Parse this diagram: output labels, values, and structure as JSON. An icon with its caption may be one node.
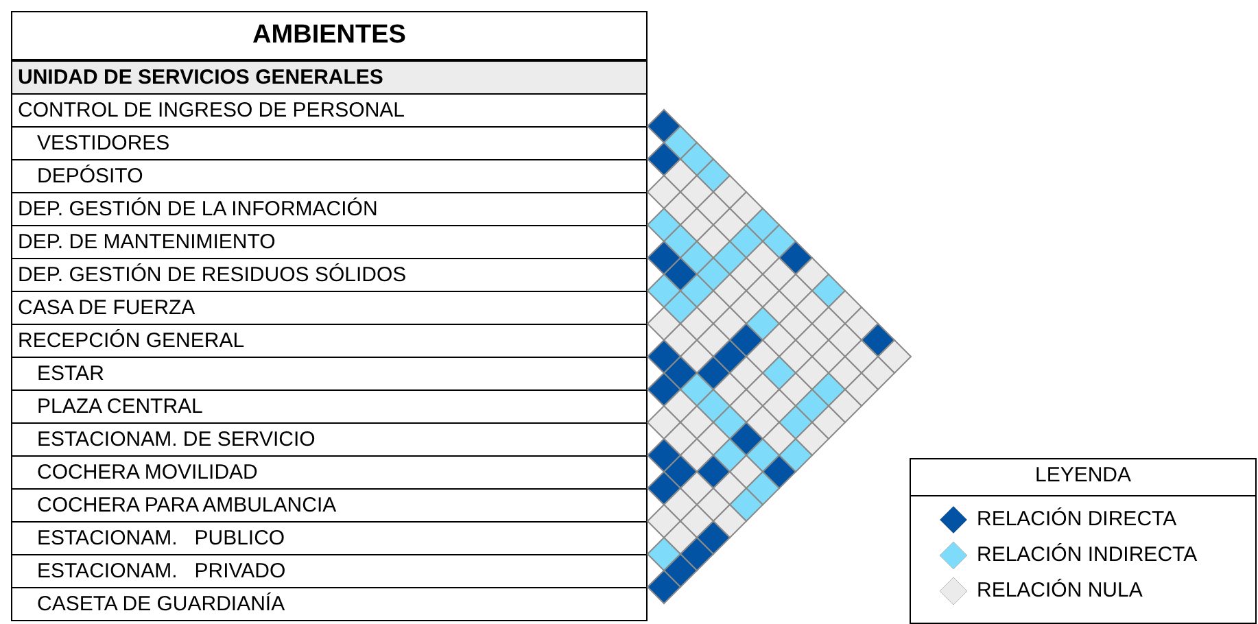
{
  "diagram": {
    "title": "AMBIENTES",
    "nodes": [
      {
        "text": [
          "UNIDAD DE SERVICIOS GENERALES"
        ]
      },
      {
        "text": [
          "CONTROL DE INGRESO DE PERSONAL"
        ]
      },
      {
        "text": [
          "VESTIDORES"
        ]
      },
      {
        "text": [
          "DEPÓSITO"
        ]
      },
      {
        "text": [
          "DEP. GESTIÓN DE LA INFORMACIÓN"
        ]
      },
      {
        "text": [
          "DEP. DE MANTENIMIENTO"
        ]
      },
      {
        "text": [
          "DEP. GESTIÓN DE RESIDUOS SÓLIDOS"
        ]
      },
      {
        "text": [
          "CASA DE FUERZA"
        ]
      },
      {
        "text": [
          "RECEPCIÓN GENERAL"
        ]
      },
      {
        "text": [
          "ESTAR"
        ]
      },
      {
        "text": [
          "PLAZA CENTRAL"
        ]
      },
      {
        "text": [
          "ESTACIONAM. DE SERVICIO"
        ]
      },
      {
        "text": [
          "COCHERA MOVILIDAD"
        ]
      },
      {
        "text": [
          "COCHERA PARA AMBULANCIA"
        ]
      },
      {
        "text": [
          "ESTACIONAM.   PUBLICO"
        ]
      },
      {
        "text": [
          "ESTACIONAM.   PRIVADO"
        ]
      },
      {
        "text": [
          "CASETA DE GUARDIANÍA"
        ]
      },
      {
        "text": [],
        "shape": "diamond"
      },
      {
        "text": [],
        "shape": "diamond"
      },
      {
        "text": [],
        "shape": "diamond"
      },
      {
        "text": [],
        "shape": "diamond"
      },
      {
        "text": [],
        "shape": "diamond"
      },
      {
        "text": [],
        "shape": "diamond"
      },
      {
        "text": [],
        "shape": "diamond"
      },
      {
        "text": [],
        "shape": "diamond"
      },
      {
        "text": [],
        "shape": "diamond"
      },
      {
        "text": [],
        "shape": "diamond"
      },
      {
        "text": [],
        "shape": "diamond"
      },
      {
        "text": [],
        "shape": "diamond"
      },
      {
        "text": [],
        "shape": "diamond"
      },
      {
        "text": [],
        "shape": "diamond"
      },
      {
        "text": [],
        "shape": "diamond"
      },
      {
        "text": [],
        "shape": "diamond"
      },
      {
        "text": [],
        "shape": "diamond"
      },
      {
        "text": [],
        "shape": "diamond"
      },
      {
        "text": [],
        "shape": "diamond"
      },
      {
        "text": [],
        "shape": "diamond"
      },
      {
        "text": [],
        "shape": "diamond"
      },
      {
        "text": [],
        "shape": "diamond"
      },
      {
        "text": [],
        "shape": "diamond"
      },
      {
        "text": [],
        "shape": "diamond"
      },
      {
        "text": [],
        "shape": "diamond"
      },
      {
        "text": [],
        "shape": "diamond"
      },
      {
        "text": [],
        "shape": "diamond"
      },
      {
        "text": [],
        "shape": "diamond"
      },
      {
        "text": [],
        "shape": "diamond"
      },
      {
        "text": [],
        "shape": "diamond"
      },
      {
        "text": [],
        "shape": "diamond"
      },
      {
        "text": [],
        "shape": "diamond"
      },
      {
        "text": [],
        "shape": "diamond"
      },
      {
        "text": [],
        "shape": "diamond"
      },
      {
        "text": [],
        "shape": "diamond"
      },
      {
        "text": [],
        "shape": "diamond"
      },
      {
        "text": [],
        "shape": "diamond"
      },
      {
        "text": [],
        "shape": "diamond"
      },
      {
        "text": [],
        "shape": "diamond"
      },
      {
        "text": [],
        "shape": "diamond"
      },
      {
        "text": [],
        "shape": "diamond"
      },
      {
        "text": [],
        "shape": "diamond"
      },
      {
        "text": [],
        "shape": "diamond"
      },
      {
        "text": [],
        "shape": "diamond"
      },
      {
        "text": [],
        "shape": "diamond"
      },
      {
        "text": [],
        "shape": "diamond"
      },
      {
        "text": [],
        "shape": "diamond"
      },
      {
        "text": [],
        "shape": "diamond"
      },
      {
        "text": [],
        "shape": "diamond"
      },
      {
        "text": [],
        "shape": "diamond"
      },
      {
        "text": [],
        "shape": "diamond"
      },
      {
        "text": [],
        "shape": "diamond"
      },
      {
        "text": [],
        "shape": "diamond"
      },
      {
        "text": [],
        "shape": "diamond"
      },
      {
        "text": [],
        "shape": "diamond"
      },
      {
        "text": [],
        "shape": "diamond"
      },
      {
        "text": [],
        "shape": "diamond"
      },
      {
        "text": [],
        "shape": "diamond"
      },
      {
        "text": [],
        "shape": "diamond"
      },
      {
        "text": [],
        "shape": "diamond"
      },
      {
        "text": [],
        "shape": "diamond"
      },
      {
        "text": [],
        "shape": "diamond"
      },
      {
        "text": [],
        "shape": "diamond"
      },
      {
        "text": [],
        "shape": "diamond"
      },
      {
        "text": [],
        "shape": "diamond"
      },
      {
        "text": [],
        "shape": "diamond"
      },
      {
        "text": [],
        "shape": "diamond"
      },
      {
        "text": [],
        "shape": "diamond"
      },
      {
        "text": [],
        "shape": "diamond"
      },
      {
        "text": [],
        "shape": "diamond"
      },
      {
        "text": [],
        "shape": "diamond"
      },
      {
        "text": [],
        "shape": "diamond"
      },
      {
        "text": [],
        "shape": "diamond"
      },
      {
        "text": [],
        "shape": "diamond"
      },
      {
        "text": [],
        "shape": "diamond"
      },
      {
        "text": [],
        "shape": "diamond"
      },
      {
        "text": [],
        "shape": "diamond"
      },
      {
        "text": [],
        "shape": "diamond"
      },
      {
        "text": [],
        "shape": "diamond"
      },
      {
        "text": [],
        "shape": "diamond"
      },
      {
        "text": [],
        "shape": "diamond"
      },
      {
        "text": [],
        "shape": "diamond"
      },
      {
        "text": [],
        "shape": "diamond"
      },
      {
        "text": [],
        "shape": "diamond"
      },
      {
        "text": [],
        "shape": "diamond"
      },
      {
        "text": [],
        "shape": "diamond"
      },
      {
        "text": [],
        "shape": "diamond"
      },
      {
        "text": [],
        "shape": "diamond"
      },
      {
        "text": [],
        "shape": "diamond"
      },
      {
        "text": [],
        "shape": "diamond"
      },
      {
        "text": [],
        "shape": "diamond"
      },
      {
        "text": [],
        "shape": "diamond"
      },
      {
        "text": [],
        "shape": "diamond"
      },
      {
        "text": [],
        "shape": "diamond"
      },
      {
        "text": [],
        "shape": "diamond"
      },
      {
        "text": [],
        "shape": "diamond"
      },
      {
        "text": [],
        "shape": "diamond"
      },
      {
        "text": [],
        "shape": "diamond"
      },
      {
        "text": [],
        "shape": "diamond"
      },
      {
        "text": [],
        "shape": "diamond"
      },
      {
        "text": [],
        "shape": "diamond"
      },
      {
        "text": [],
        "shape": "diamond"
      },
      {
        "text": [],
        "shape": "diamond"
      },
      {
        "text": [],
        "shape": "diamond"
      },
      {
        "text": [],
        "shape": "diamond"
      },
      {
        "text": [],
        "shape": "diamond"
      },
      {
        "text": [],
        "shape": "diamond"
      },
      {
        "text": [],
        "shape": "diamond"
      },
      {
        "text": [],
        "shape": "diamond"
      },
      {
        "text": [],
        "shape": "diamond"
      },
      {
        "text": [],
        "shape": "diamond"
      },
      {
        "text": [],
        "shape": "diamond"
      },
      {
        "text": [],
        "shape": "diamond"
      },
      {
        "text": [],
        "shape": "diamond"
      },
      {
        "text": [],
        "shape": "diamond"
      },
      {
        "text": [],
        "shape": "diamond"
      },
      {
        "text": [],
        "shape": "diamond"
      },
      {
        "text": [],
        "shape": "diamond"
      },
      {
        "text": [],
        "shape": "diamond"
      },
      {
        "text": [],
        "shape": "diamond"
      }
    ],
    "labels": [
      "LEYENDA"
    ],
    "legend": [
      {
        "text": "RELACIÓN DIRECTA",
        "color": "#0353a4"
      },
      {
        "text": "RELACIÓN INDIRECTA",
        "color": "#7fdbfa"
      },
      {
        "text": "RELACIÓN NULA",
        "color": "#ebebeb"
      }
    ]
  }
}
